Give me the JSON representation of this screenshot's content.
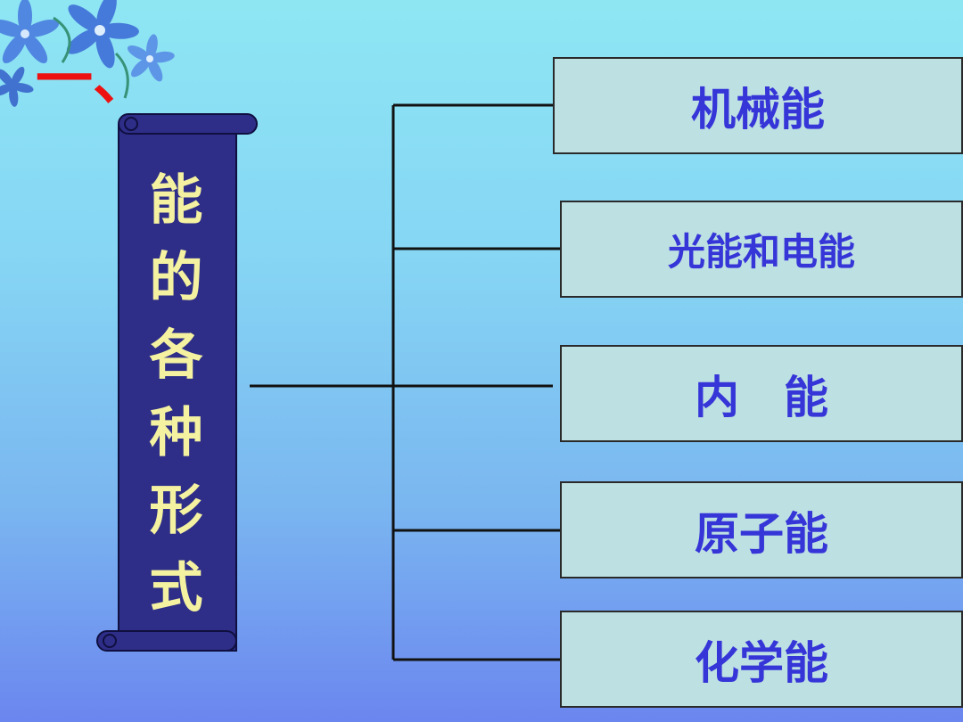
{
  "slide": {
    "section_number": "一、",
    "title_chars": [
      "能",
      "的",
      "各",
      "种",
      "形",
      "式"
    ],
    "branches": [
      "机械能",
      "光能和电能",
      "内　能",
      "原子能",
      "化学能"
    ]
  },
  "colors": {
    "background_top": "#8ee6f3",
    "background_bottom": "#6b86ef",
    "scroll_fill": "#2e2e88",
    "title_text": "#f4f2a0",
    "box_fill": "#bde0e2",
    "box_text": "#3535d8",
    "section_number": "#ee1111"
  },
  "decoration": "blue-flower-icon"
}
